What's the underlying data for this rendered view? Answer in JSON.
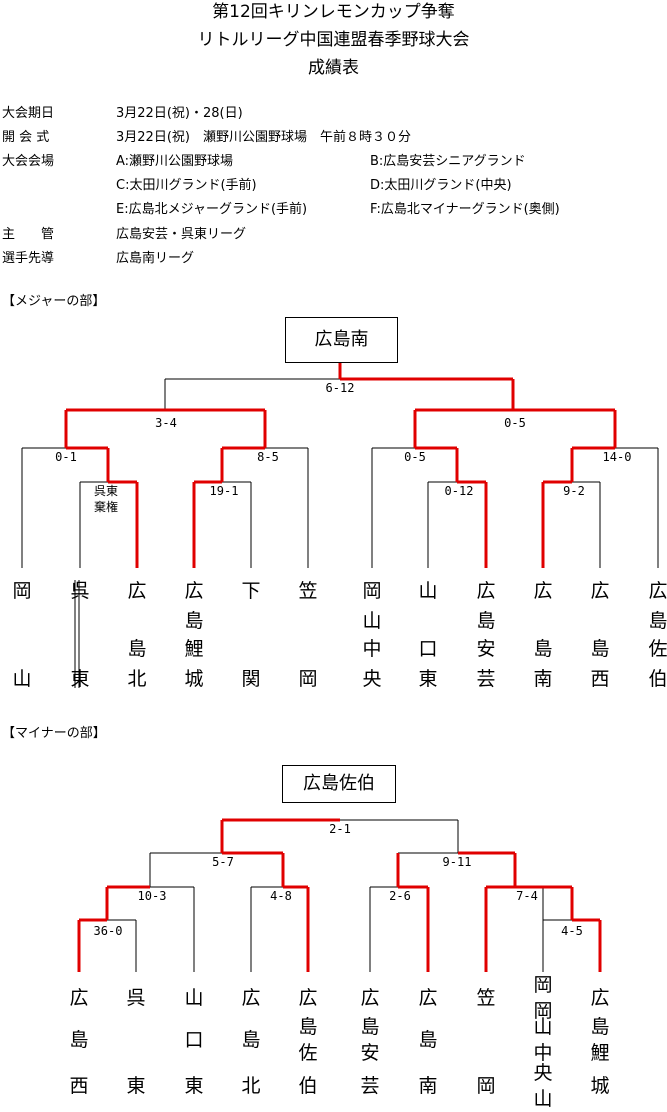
{
  "header": {
    "title_lines": [
      "第12回キリンレモンカップ争奪",
      "リトルリーグ中国連盟春季野球大会",
      "成績表"
    ]
  },
  "info": [
    {
      "label": "大会期日",
      "value": "3月22日(祝)・28(日)"
    },
    {
      "label": "開 会 式",
      "value": "3月22日(祝)　瀬野川公園野球場　午前８時３０分"
    },
    {
      "label": "大会会場",
      "value": "A:瀬野川公園野球場",
      "value2": "B:広島安芸シニアグランド"
    },
    {
      "label": "",
      "value": "C:太田川グランド(手前)",
      "value2": "D:太田川グランド(中央)"
    },
    {
      "label": "",
      "value": "E:広島北メジャーグランド(手前)",
      "value2": "F:広島北マイナーグランド(奥側)"
    },
    {
      "label": "主　　管",
      "value": "広島安芸・呉東リーグ"
    },
    {
      "label": "選手先導",
      "value": "広島南リーグ"
    }
  ],
  "major": {
    "section_label": "【メジャーの部】",
    "champion": "広島南",
    "teams": [
      {
        "chars": [
          "岡",
          "",
          "",
          "山"
        ]
      },
      {
        "chars": [
          "呉",
          "",
          "",
          "東"
        ]
      },
      {
        "chars": [
          "広",
          "",
          "島",
          "北"
        ]
      },
      {
        "chars": [
          "広",
          "島",
          "鯉",
          "城"
        ]
      },
      {
        "chars": [
          "下",
          "",
          "",
          "関"
        ]
      },
      {
        "chars": [
          "笠",
          "",
          "",
          "岡"
        ]
      },
      {
        "chars": [
          "岡",
          "山",
          "中",
          "央"
        ]
      },
      {
        "chars": [
          "山",
          "",
          "口",
          "東"
        ]
      },
      {
        "chars": [
          "広",
          "島",
          "安",
          "芸"
        ]
      },
      {
        "chars": [
          "広",
          "",
          "島",
          "南"
        ]
      },
      {
        "chars": [
          "広",
          "",
          "島",
          "西"
        ]
      },
      {
        "chars": [
          "広",
          "島",
          "佐",
          "伯"
        ]
      }
    ],
    "scores": {
      "final": "6-12",
      "semi_left": "3-4",
      "semi_right": "0-5",
      "qf1": "0-1",
      "qf2": "8-5",
      "qf3": "0-5",
      "qf4": "14-0",
      "r1_1": "19-1",
      "r1_2": "0-12",
      "r1_3": "9-2",
      "forfeit": "呉東\n棄権"
    }
  },
  "minor": {
    "section_label": "【マイナーの部】",
    "champion": "広島佐伯",
    "teams": [
      {
        "chars": [
          "広",
          "島",
          "西"
        ]
      },
      {
        "chars": [
          "呉",
          "",
          "東"
        ]
      },
      {
        "chars": [
          "山",
          "口",
          "東"
        ]
      },
      {
        "chars": [
          "広",
          "島",
          "北"
        ]
      },
      {
        "chars": [
          "広",
          "島佐",
          "伯"
        ]
      },
      {
        "chars": [
          "広",
          "島安",
          "芸"
        ]
      },
      {
        "chars": [
          "広",
          "島",
          "南"
        ]
      },
      {
        "chars": [
          "笠",
          "",
          "岡"
        ]
      },
      {
        "chars": [
          "岡岡",
          "山中",
          "央山"
        ]
      },
      {
        "chars": [
          "広",
          "島鯉",
          "城"
        ]
      }
    ],
    "scores": {
      "final": "2-1",
      "sf1": "5-7",
      "sf2": "9-11",
      "q1": "10-3",
      "q2": "4-8",
      "q3": "2-6",
      "q4": "7-4",
      "r1": "36-0",
      "r2": "4-5"
    }
  },
  "colors": {
    "winner_line": "#e00000",
    "line": "#000000"
  }
}
